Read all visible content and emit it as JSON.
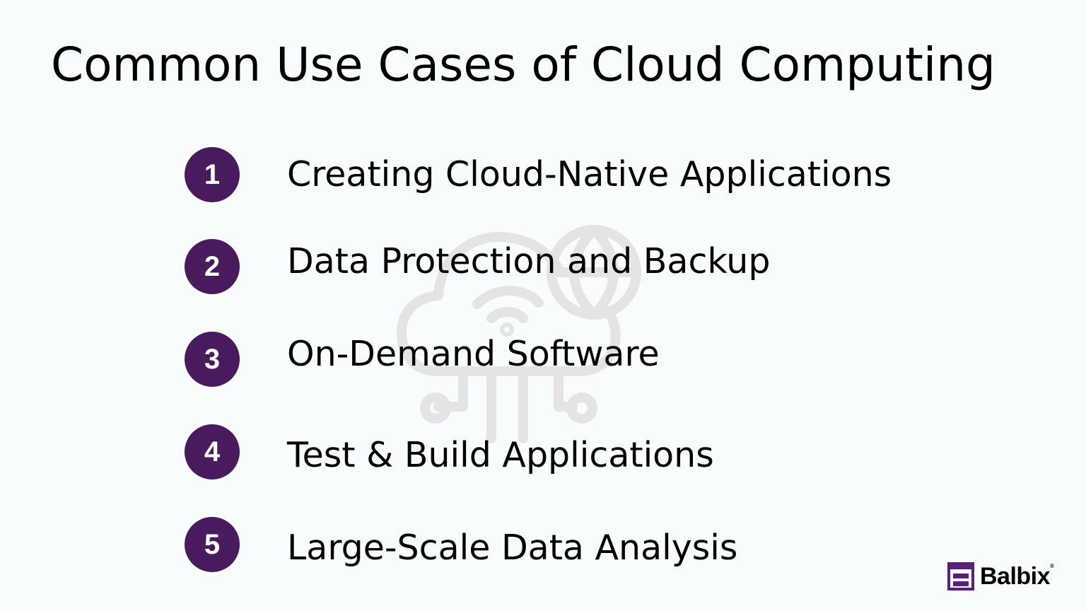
{
  "slide": {
    "title": "Common Use Cases of Cloud Computing",
    "background_color": "#f8fcfc",
    "accent_color": "#4a1a5e",
    "watermark_icon": "cloud-network-globe-icon"
  },
  "items": [
    {
      "number": "1",
      "label": "Creating Cloud-Native Applications"
    },
    {
      "number": "2",
      "label": "Data Protection and Backup"
    },
    {
      "number": "3",
      "label": "On-Demand Software"
    },
    {
      "number": "4",
      "label": "Test & Build Applications"
    },
    {
      "number": "5",
      "label": "Large-Scale Data Analysis"
    }
  ],
  "brand": {
    "name": "Balbix",
    "registered": "®",
    "color": "#5b1f7a"
  }
}
